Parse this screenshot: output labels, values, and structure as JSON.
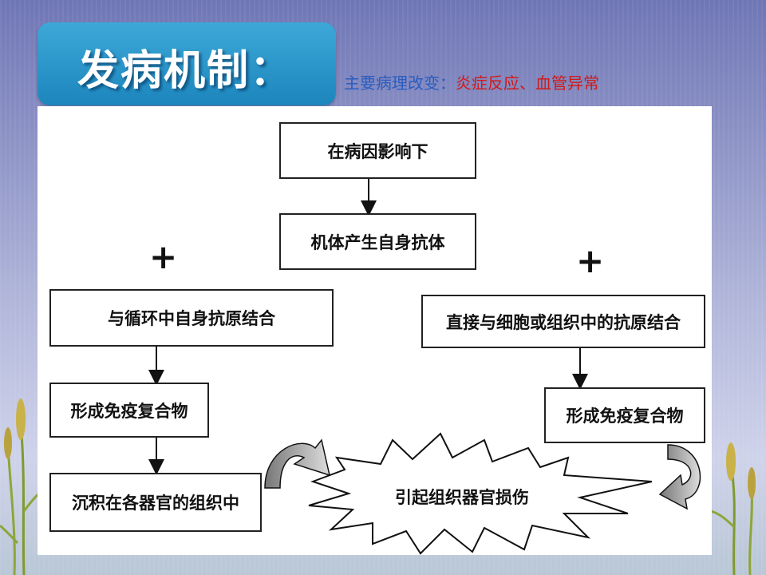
{
  "slide": {
    "title": "发病机制：",
    "subtitle_label": "主要病理改变：",
    "subtitle_value": "炎症反应、血管异常"
  },
  "diagram": {
    "top_box": "在病因影响下",
    "second_box": "机体产生自身抗体",
    "left_plus": "+",
    "right_plus": "+",
    "left_branch": [
      "与循环中自身抗原结合",
      "形成免疫复合物",
      "沉积在各器官的组织中"
    ],
    "right_branch": [
      "直接与细胞或组织中的抗原结合",
      "形成免疫复合物"
    ],
    "outcome": "引起组织器官损伤"
  },
  "colors": {
    "title_box": "#1c86bd",
    "subtitle_label": "#2a5dbf",
    "subtitle_value": "#d11919"
  }
}
